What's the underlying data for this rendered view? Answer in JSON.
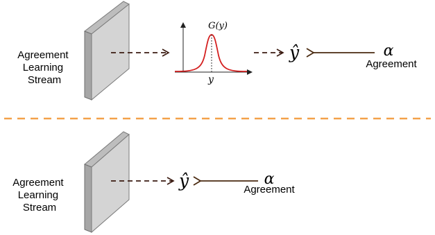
{
  "colors": {
    "arrow_dashed": "#3a1a10",
    "arrow_solid": "#4a2a10",
    "separator": "#f4a14a",
    "gaussian_curve": "#d42020",
    "panel_face": "#d4d4d4",
    "panel_side": "#a6a6a6",
    "panel_top": "#bdbdbd"
  },
  "top": {
    "stream_label": [
      "Agreement",
      "Learning",
      "Stream"
    ],
    "gaussian_label": "G(y)",
    "gaussian_axis_label": "y",
    "output_symbol": "ŷ",
    "input_symbol": "α",
    "input_label": "Agreement"
  },
  "bottom": {
    "stream_label": [
      "Agreement",
      "Learning",
      "Stream"
    ],
    "output_symbol": "ŷ",
    "input_symbol": "α",
    "input_label": "Agreement"
  }
}
